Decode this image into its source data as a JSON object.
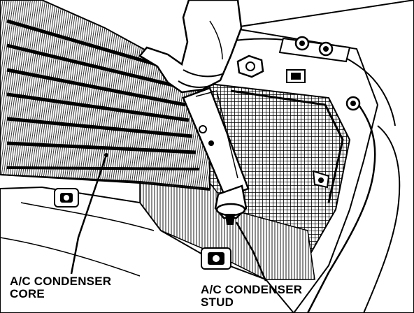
{
  "labels": {
    "core": {
      "line1": "A/C CONDENSER",
      "line2": "CORE"
    },
    "stud": {
      "line1": "A/C CONDENSER",
      "line2": "STUD"
    }
  },
  "colors": {
    "ink": "#000000",
    "paper": "#ffffff"
  },
  "parts": [
    "condenser-core",
    "condenser-stud",
    "pry-tool",
    "hand",
    "radiator-mesh",
    "bracket-bolts"
  ]
}
